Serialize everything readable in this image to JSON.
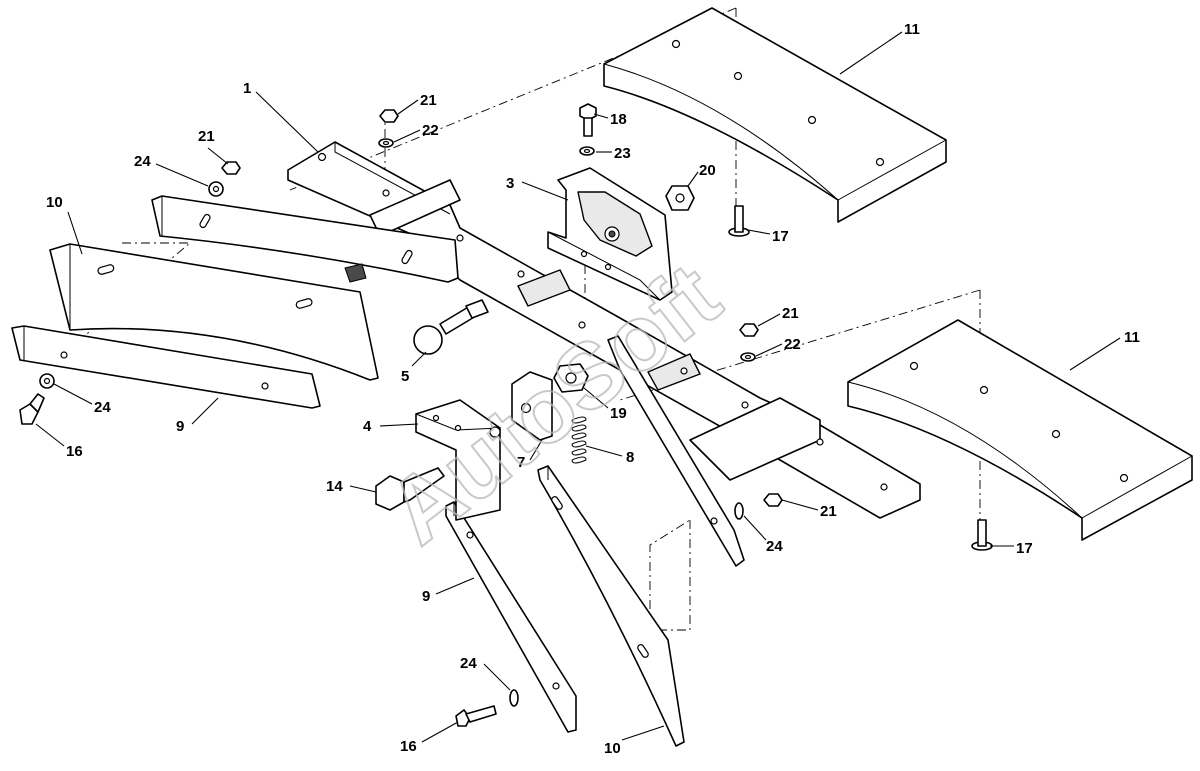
{
  "watermark": "AutoSoft",
  "callouts": {
    "c1": "1",
    "c3": "3",
    "c4": "4",
    "c5": "5",
    "c7": "7",
    "c8": "8",
    "c9a": "9",
    "c9b": "9",
    "c10a": "10",
    "c10b": "10",
    "c11a": "11",
    "c11b": "11",
    "c14": "14",
    "c16a": "16",
    "c16b": "16",
    "c17a": "17",
    "c17b": "17",
    "c18": "18",
    "c19": "19",
    "c20": "20",
    "c21a": "21",
    "c21b": "21",
    "c21c": "21",
    "c21d": "21",
    "c22a": "22",
    "c22b": "22",
    "c23": "23",
    "c24a": "24",
    "c24b": "24",
    "c24c": "24",
    "c24d": "24"
  }
}
